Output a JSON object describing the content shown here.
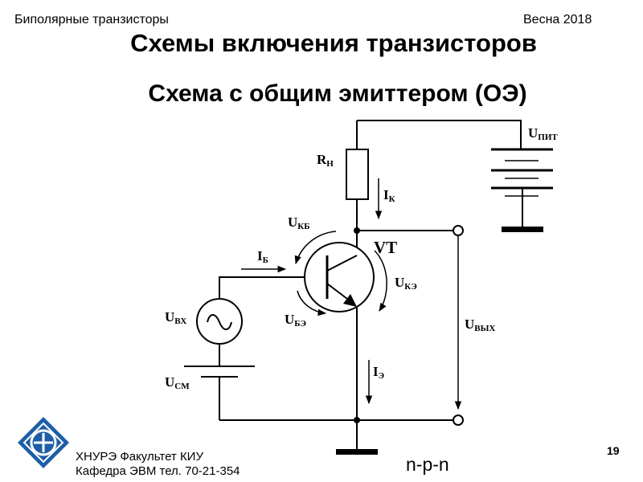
{
  "header": {
    "left": "Биполярные транзисторы",
    "right": "Весна 2018"
  },
  "title": "Схемы включения транзисторов",
  "subtitle": "Схема с общим эмиттером (ОЭ)",
  "circuit": {
    "labels": {
      "r_load": {
        "main": "R",
        "sub": "Н"
      },
      "i_collector": {
        "main": "I",
        "sub": "К"
      },
      "u_supply": {
        "main": "U",
        "sub": "ПИТ"
      },
      "u_cb": {
        "main": "U",
        "sub": "КБ"
      },
      "i_base": {
        "main": "I",
        "sub": "Б"
      },
      "transistor": "VT",
      "u_ce": {
        "main": "U",
        "sub": "КЭ"
      },
      "u_in": {
        "main": "U",
        "sub": "ВХ"
      },
      "u_be": {
        "main": "U",
        "sub": "БЭ"
      },
      "u_out": {
        "main": "U",
        "sub": "ВЫХ"
      },
      "i_emitter": {
        "main": "I",
        "sub": "Э"
      },
      "u_bias": {
        "main": "U",
        "sub": "СМ"
      }
    }
  },
  "footer": {
    "line1": "ХНУРЭ Факультет КИУ",
    "line2": "Кафедра ЭВМ   тел. 70-21-354"
  },
  "page_number": "19",
  "transistor_type": "n-p-n",
  "colors": {
    "logo_blue": "#1d5ea6",
    "lines": "#000000"
  }
}
